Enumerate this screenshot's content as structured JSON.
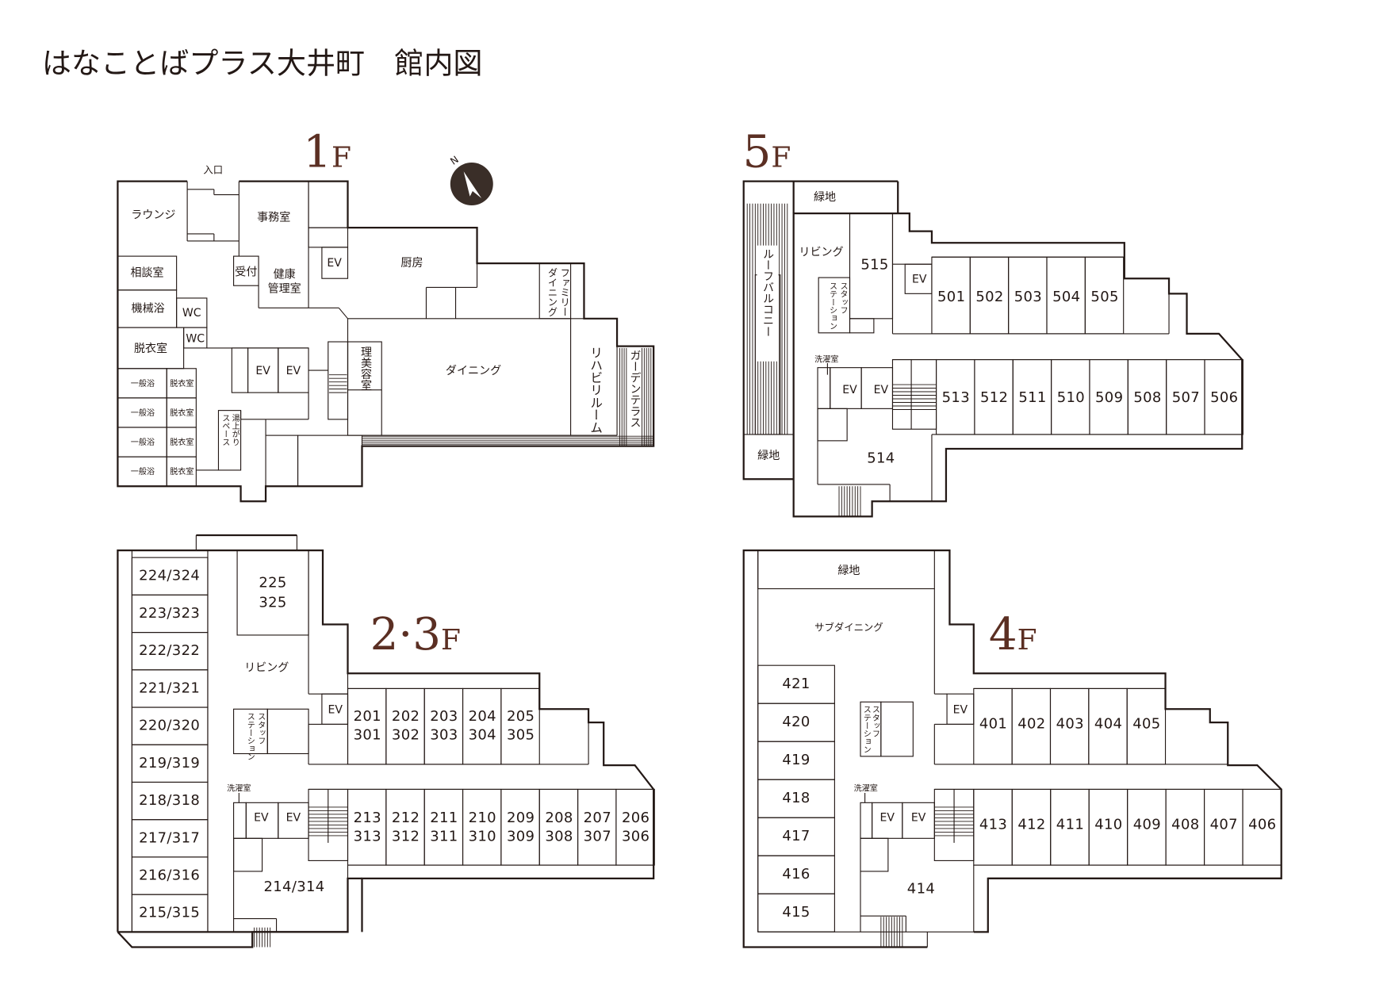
{
  "title": "はなことばプラス大井町　館内図",
  "compass": {
    "label": "N",
    "color": "#3a2e28"
  },
  "accent_color": "#5b2f23",
  "f1": {
    "floor_num": "1",
    "floor_unit": "F",
    "entrance": "入口",
    "lounge": "ラウンジ",
    "office": "事務室",
    "reception": "受付",
    "health": [
      "健康",
      "管理室"
    ],
    "consult": "相談室",
    "machine_bath": "機械浴",
    "wc": "WC",
    "dressing": "脱衣室",
    "kitchen": "厨房",
    "family_dining": [
      "ファミリー",
      "ダイニング"
    ],
    "dining": "ダイニング",
    "rehab": "リハビリルーム",
    "garden": "ガーデンテラス",
    "barber": "理美容室",
    "after_bath": [
      "湯上がり",
      "スペース"
    ],
    "ev": "EV",
    "general_bath": "一般浴",
    "bath_dressing": "脱衣室"
  },
  "f5": {
    "floor_num": "5",
    "floor_unit": "F",
    "green": "緑地",
    "balcony": "ルーフバルコニー",
    "living": "リビング",
    "staff": [
      "スタッフ",
      "ステーション"
    ],
    "laundry": "洗濯室",
    "ev": "EV",
    "rooms_top": [
      "501",
      "502",
      "503",
      "504",
      "505"
    ],
    "rooms_bottom": [
      "513",
      "512",
      "511",
      "510",
      "509",
      "508",
      "507",
      "506"
    ],
    "room_515": "515",
    "room_514": "514"
  },
  "f23": {
    "floor_num": "2·3",
    "floor_unit": "F",
    "living": "リビング",
    "staff": [
      "スタッフ",
      "ステーション"
    ],
    "laundry": "洗濯室",
    "ev": "EV",
    "rooms_left": [
      "224/324",
      "223/323",
      "222/322",
      "221/321",
      "220/320",
      "219/319",
      "218/318",
      "217/317",
      "216/316",
      "215/315"
    ],
    "room_225": [
      "225",
      "325"
    ],
    "rooms_top": [
      [
        "201",
        "301"
      ],
      [
        "202",
        "302"
      ],
      [
        "203",
        "303"
      ],
      [
        "204",
        "304"
      ],
      [
        "205",
        "305"
      ]
    ],
    "rooms_bottom": [
      [
        "213",
        "313"
      ],
      [
        "212",
        "312"
      ],
      [
        "211",
        "311"
      ],
      [
        "210",
        "310"
      ],
      [
        "209",
        "309"
      ],
      [
        "208",
        "308"
      ],
      [
        "207",
        "307"
      ],
      [
        "206",
        "306"
      ]
    ],
    "room_214": "214/314"
  },
  "f4": {
    "floor_num": "4",
    "floor_unit": "F",
    "green": "緑地",
    "sub_dining": "サブダイニング",
    "staff": [
      "スタッフ",
      "ステーション"
    ],
    "laundry": "洗濯室",
    "ev": "EV",
    "rooms_left": [
      "421",
      "420",
      "419",
      "418",
      "417",
      "416",
      "415"
    ],
    "rooms_top": [
      "401",
      "402",
      "403",
      "404",
      "405"
    ],
    "rooms_bottom": [
      "413",
      "412",
      "411",
      "410",
      "409",
      "408",
      "407",
      "406"
    ],
    "room_414": "414"
  }
}
